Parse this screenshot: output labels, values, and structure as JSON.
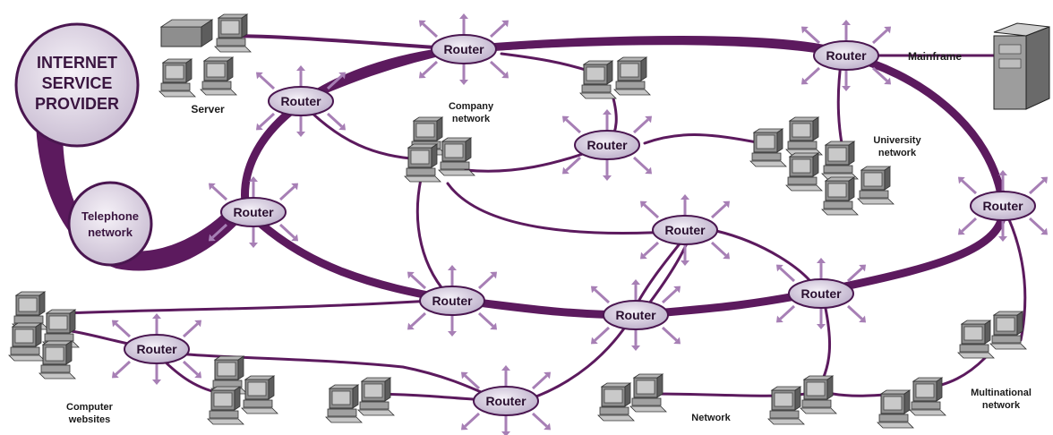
{
  "isp": {
    "line1": "INTERNET",
    "line2": "SERVICE",
    "line3": "PROVIDER"
  },
  "telephone": {
    "line1": "Telephone",
    "line2": "network"
  },
  "router_label": "Router",
  "labels": {
    "server": "Server",
    "mainframe": "Mainframe",
    "company_line1": "Company",
    "company_line2": "network",
    "university_line1": "University",
    "university_line2": "network",
    "computer_line1": "Computer",
    "computer_line2": "websites",
    "network": "Network",
    "multinational_line1": "Multinational",
    "multinational_line2": "network"
  },
  "colors": {
    "link": "#5c1a5e",
    "router_fill": "#dcd4e4",
    "arrow": "#a77fb5",
    "isp_fill": "#e4dde8",
    "monitor": "#9a9a9a"
  }
}
